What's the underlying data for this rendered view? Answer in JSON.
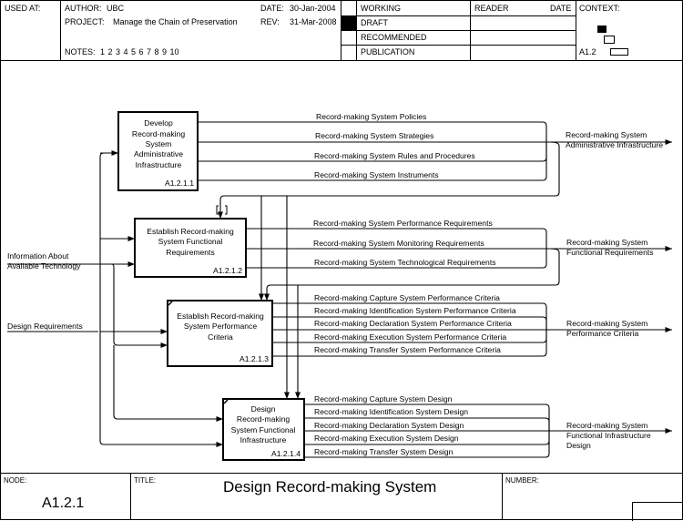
{
  "header": {
    "used_at_label": "USED AT:",
    "author_label": "AUTHOR:",
    "author": "UBC",
    "project_label": "PROJECT:",
    "project": "Manage the Chain of Preservation",
    "date_label": "DATE:",
    "date": "30-Jan-2004",
    "rev_label": "REV:",
    "rev": "31-Mar-2008",
    "notes_label": "NOTES:",
    "notes": "1  2  3  4  5  6  7  8  9  10",
    "status_rows": [
      "WORKING",
      "DRAFT",
      "RECOMMENDED",
      "PUBLICATION"
    ],
    "active_status": "DRAFT",
    "reader_label": "READER",
    "reader_date_label": "DATE",
    "context_label": "CONTEXT:",
    "context_node": "A1.2"
  },
  "activities": [
    {
      "id": "A1.2.1.1",
      "lines": [
        "Develop",
        "Record-making",
        "System",
        "Administrative",
        "Infrastructure"
      ]
    },
    {
      "id": "A1.2.1.2",
      "lines": [
        "Establish Record-making",
        "System Functional",
        "Requirements"
      ]
    },
    {
      "id": "A1.2.1.3",
      "lines": [
        "Establish Record-making",
        "System Performance",
        "Criteria"
      ]
    },
    {
      "id": "A1.2.1.4",
      "lines": [
        "Design",
        "Record-making",
        "System Functional",
        "Infrastructure"
      ]
    }
  ],
  "inputs": [
    {
      "lines": [
        "Information About",
        "Available Technology"
      ]
    },
    {
      "lines": [
        "Design Requirements"
      ]
    }
  ],
  "outputs": [
    {
      "lines": [
        "Record-making System",
        "Administrative Infrastructure"
      ],
      "arrows": [
        "Record-making System Policies",
        "Record-making System Strategies",
        "Record-making System Rules and Procedures",
        "Record-making System Instruments"
      ]
    },
    {
      "lines": [
        "Record-making System",
        "Functional Requirements"
      ],
      "arrows": [
        "Record-making System Performance Requirements",
        "Record-making System Monitoring Requirements",
        "Record-making System Technological Requirements"
      ]
    },
    {
      "lines": [
        "Record-making System",
        "Performance Criteria"
      ],
      "arrows": [
        "Record-making Capture System Performance Criteria",
        "Record-making Identification System Performance Criteria",
        "Record-making Declaration System Performance Criteria",
        "Record-making Execution System Performance Criteria",
        "Record-making Transfer System Performance Criteria"
      ]
    },
    {
      "lines": [
        "Record-making System",
        "Functional Infrastructure",
        "Design"
      ],
      "arrows": [
        "Record-making Capture System Design",
        "Record-making Identification System Design",
        "Record-making Declaration System Design",
        "Record-making Execution System Design",
        "Record-making Transfer System Design"
      ]
    }
  ],
  "footer": {
    "node_label": "NODE:",
    "node": "A1.2.1",
    "title_label": "TITLE:",
    "title": "Design Record-making System",
    "number_label": "NUMBER:"
  }
}
